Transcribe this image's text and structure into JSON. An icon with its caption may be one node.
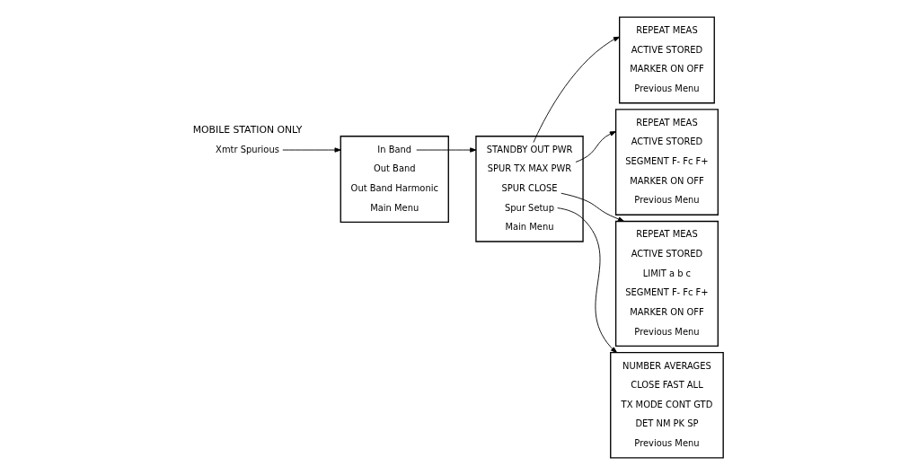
{
  "diagram": {
    "nodes": [
      {
        "text": [
          "Xmtr Spurious"
        ]
      },
      {
        "text": [],
        "shape": "box"
      },
      {
        "text": [
          "In Band"
        ],
        "in": 1
      },
      {
        "text": [
          "Out Band"
        ],
        "in": 1
      },
      {
        "text": [
          "Out Band Harmonic"
        ],
        "in": 1
      },
      {
        "text": [
          "Main Menu"
        ],
        "in": 1
      },
      {
        "text": [],
        "shape": "box"
      },
      {
        "text": [
          "STANDBY OUT PWR"
        ],
        "in": 6
      },
      {
        "text": [
          "SPUR TX MAX PWR"
        ],
        "in": 6
      },
      {
        "text": [
          "SPUR CLOSE"
        ],
        "in": 6
      },
      {
        "text": [
          "Spur Setup"
        ],
        "in": 6
      },
      {
        "text": [
          "Main Menu"
        ],
        "in": 6
      },
      {
        "text": [],
        "shape": "box"
      },
      {
        "text": [
          "REPEAT MEAS"
        ],
        "in": 12
      },
      {
        "text": [
          "ACTIVE STORED"
        ],
        "in": 12
      },
      {
        "text": [
          "SEGMENT F- Fc F+"
        ],
        "in": 12
      },
      {
        "text": [
          "MARKER ON OFF"
        ],
        "in": 12
      },
      {
        "text": [
          "Previous Menu"
        ],
        "in": 12
      },
      {
        "text": [],
        "shape": "box"
      },
      {
        "text": [
          "REPEAT MEAS"
        ],
        "in": 18
      },
      {
        "text": [
          "ACTIVE STORED"
        ],
        "in": 18
      },
      {
        "text": [
          "MARKER ON OFF"
        ],
        "in": 18
      },
      {
        "text": [
          "Previous Menu"
        ],
        "in": 18
      },
      {
        "text": [],
        "shape": "box"
      },
      {
        "text": [
          "NUMBER AVERAGES"
        ],
        "in": 23
      },
      {
        "text": [
          "CLOSE FAST ALL"
        ],
        "in": 23
      },
      {
        "text": [
          "TX MODE CONT GTD"
        ],
        "in": 23
      },
      {
        "text": [
          "DET NM PK SP"
        ],
        "in": 23
      },
      {
        "text": [
          "Previous Menu"
        ],
        "in": 23
      },
      {
        "text": [],
        "shape": "box"
      },
      {
        "text": [
          "REPEAT MEAS"
        ],
        "in": 29
      },
      {
        "text": [
          "ACTIVE STORED"
        ],
        "in": 29
      },
      {
        "text": [
          "LIMIT a b c"
        ],
        "in": 29
      },
      {
        "text": [
          "SEGMENT F- Fc F+"
        ],
        "in": 29
      },
      {
        "text": [
          "MARKER ON OFF"
        ],
        "in": 29
      },
      {
        "text": [
          "Previous Menu"
        ],
        "in": 29
      }
    ],
    "edges": [
      {
        "from": 0,
        "to": 1,
        "arrow": "to"
      },
      {
        "from": 2,
        "to": 6,
        "arrow": "to"
      },
      {
        "from": 7,
        "to": 18,
        "arrow": "to"
      },
      {
        "from": 8,
        "to": 12,
        "arrow": "to"
      },
      {
        "from": 9,
        "to": 29,
        "arrow": "to"
      },
      {
        "from": 10,
        "to": 23,
        "arrow": "to"
      }
    ],
    "labels": [
      "MOBILE STATION ONLY"
    ]
  }
}
